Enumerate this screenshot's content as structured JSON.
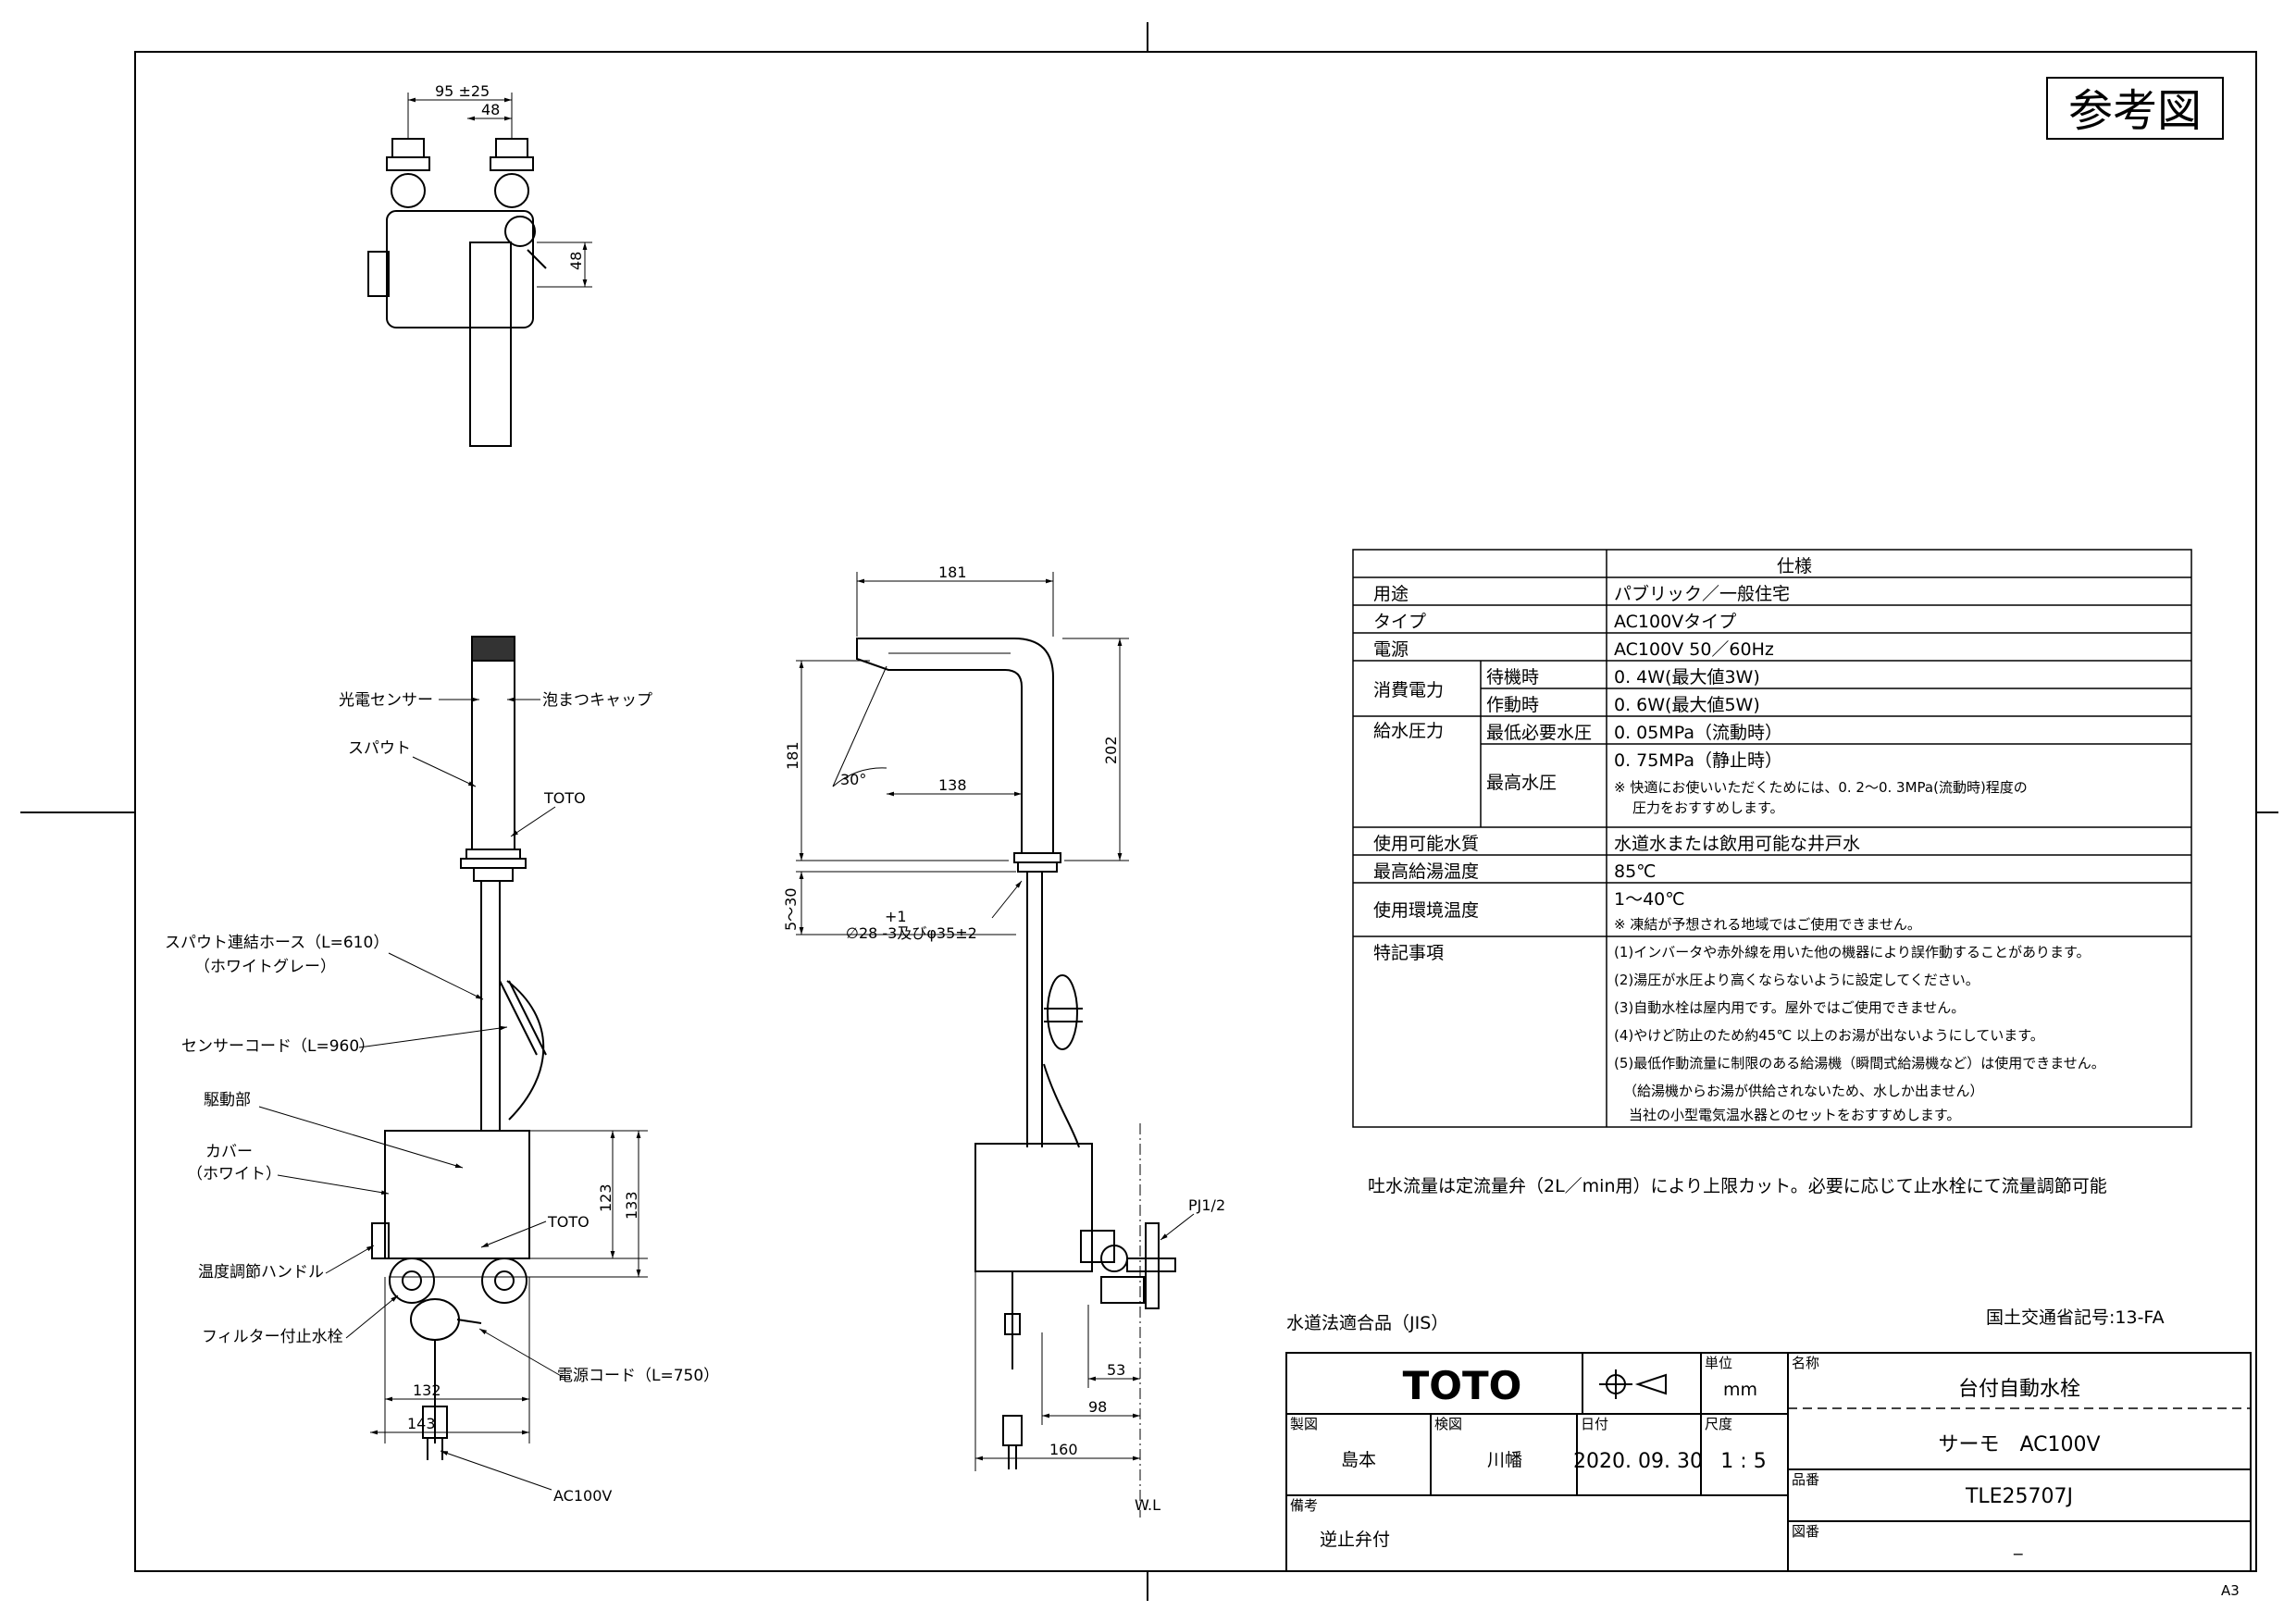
{
  "sheet": {
    "stamp": "参考図",
    "paper_size": "A3",
    "jis_note": "水道法適合品（JIS）",
    "mlit_code": "国土交通省記号:13-FA",
    "flow_note": "吐水流量は定流量弁（2L／min用）により上限カット。必要に応じて止水栓にて流量調節可能"
  },
  "top_view": {
    "dims": {
      "pitch": "95 ±25",
      "offset": "48",
      "depth": "48"
    }
  },
  "front_view": {
    "labels": {
      "sensor": "光電センサー",
      "aerator": "泡まつキャップ",
      "spout": "スパウト",
      "logo_small": "TOTO",
      "hose": "スパウト連結ホース（L=610）",
      "hose_color": "（ホワイトグレー）",
      "sensor_cord": "センサーコード（L=960）",
      "drive_unit": "駆動部",
      "cover": "カバー",
      "cover_color": "（ホワイト）",
      "logo_unit": "TOTO",
      "temp_handle": "温度調節ハンドル",
      "stop_valve": "フィルター付止水栓",
      "power_cord": "電源コード（L=750）",
      "power": "AC100V"
    },
    "dims": {
      "d123": "123",
      "d133": "133",
      "d132": "132",
      "d143": "143"
    }
  },
  "side_view": {
    "dims": {
      "top_reach": "181",
      "height_left": "181",
      "angle": "30°",
      "reach": "138",
      "height": "202",
      "deck": "5～30",
      "hole_tol": "+1",
      "hole": "∅28 -3及びφ35±2",
      "d53": "53",
      "d98": "98",
      "d160": "160",
      "pj": "PJ1/2",
      "wl": "W.L"
    }
  },
  "spec_table": {
    "header": "仕様",
    "rows": [
      {
        "label": "用途",
        "value": "パブリック／一般住宅"
      },
      {
        "label": "タイプ",
        "value": "AC100Vタイプ"
      },
      {
        "label": "電源",
        "value": "AC100V 50／60Hz"
      }
    ],
    "power_consumption": {
      "label": "消費電力",
      "standby_label": "待機時",
      "standby_value": "0. 4W(最大値3W)",
      "operating_label": "作動時",
      "operating_value": "0. 6W(最大値5W)"
    },
    "supply_pressure": {
      "label": "給水圧力",
      "min_label": "最低必要水圧",
      "min_value": "0. 05MPa（流動時）",
      "max_label": "最高水圧",
      "max_value": "0. 75MPa（静止時）",
      "max_note1": "※ 快適にお使いいただくためには、0. 2～0. 3MPa(流動時)程度の",
      "max_note2": "圧力をおすすめします。"
    },
    "water_quality": {
      "label": "使用可能水質",
      "value": "水道水または飲用可能な井戸水"
    },
    "max_hot_temp": {
      "label": "最高給湯温度",
      "value": "85℃"
    },
    "env_temp": {
      "label": "使用環境温度",
      "value": "1～40℃",
      "note": "※ 凍結が予想される地域ではご使用できません。"
    },
    "remarks": {
      "label": "特記事項",
      "lines": [
        "(1)インバータや赤外線を用いた他の機器により誤作動することがあります。",
        "(2)湯圧が水圧より高くならないように設定してください。",
        "(3)自動水栓は屋内用です。屋外ではご使用できません。",
        "(4)やけど防止のため約45℃ 以上のお湯が出ないようにしています。",
        "(5)最低作動流量に制限のある給湯機（瞬間式給湯機など）は使用できません。",
        "（給湯機からお湯が供給されないため、水しか出ません）",
        "当社の小型電気温水器とのセットをおすすめします。"
      ]
    }
  },
  "title_block": {
    "brand": "TOTO",
    "unit_label": "単位",
    "unit": "mm",
    "name_label": "名称",
    "name": "台付自動水栓",
    "subname": "サーモ　AC100V",
    "drawn_label": "製図",
    "drawn_by": "島本",
    "checked_label": "検図",
    "checked_by": "川幡",
    "date_label": "日付",
    "date": "2020. 09. 30",
    "scale_label": "尺度",
    "scale": "1 : 5",
    "part_label": "品番",
    "part": "TLE25707J",
    "remarks_label": "備考",
    "remarks": "逆止弁付",
    "drawing_label": "図番",
    "drawing": "_"
  }
}
